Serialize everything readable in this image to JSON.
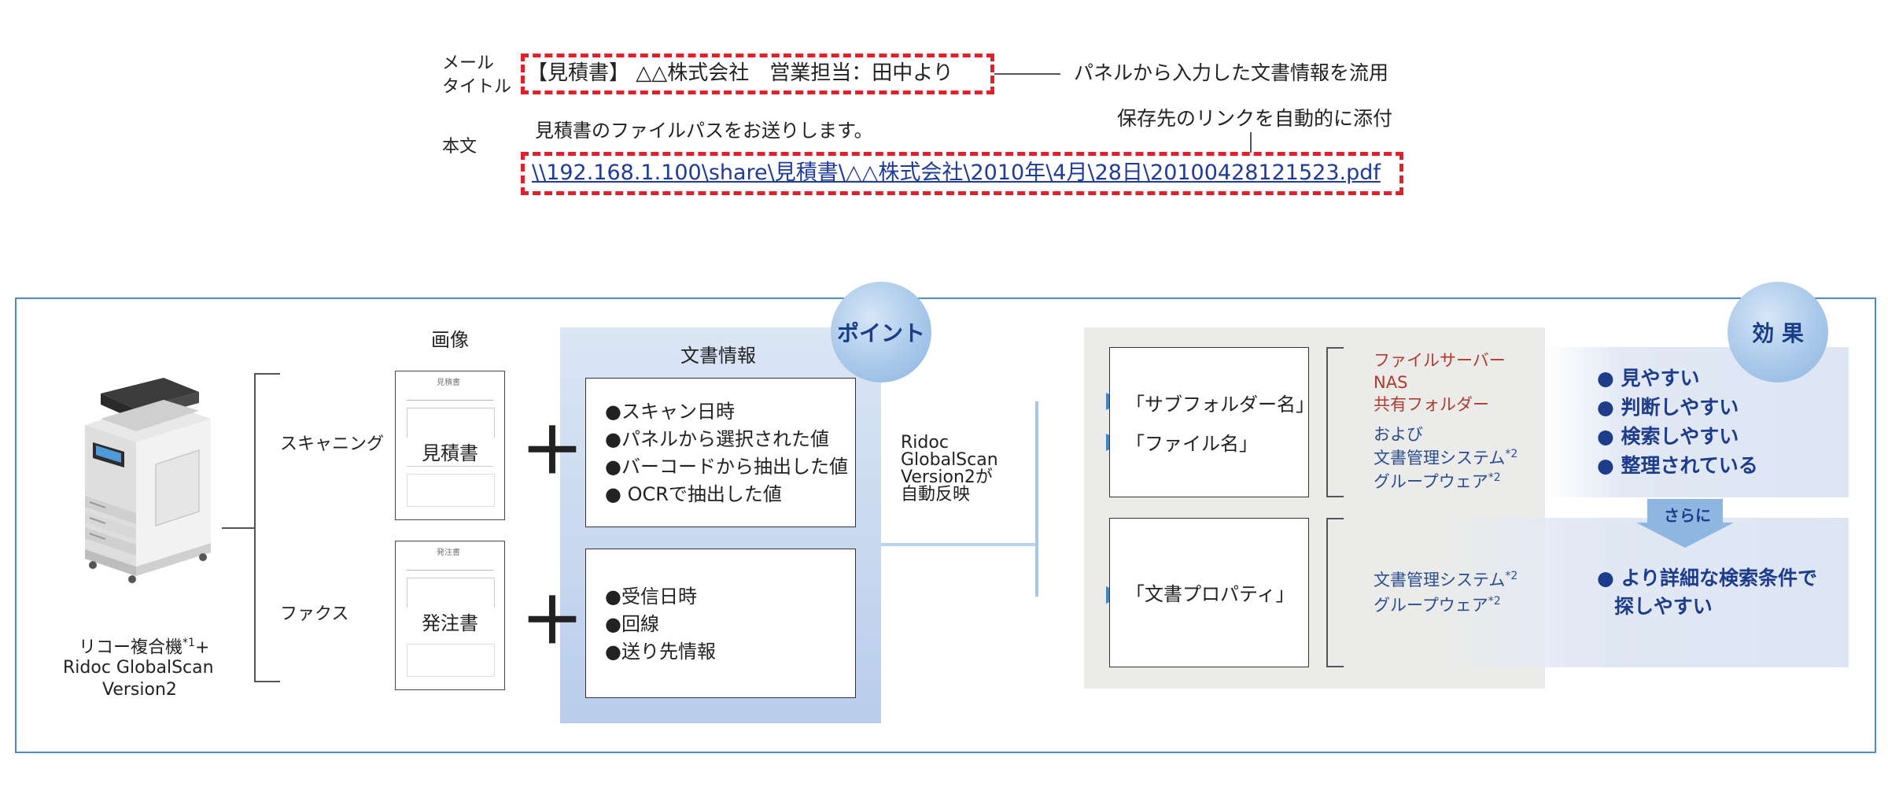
{
  "mail": {
    "title_label_1": "メール",
    "title_label_2": "タイトル",
    "title_value": "【見積書】 △△株式会社　営業担当：田中より",
    "title_note": "パネルから入力した文書情報を流用",
    "body_label": "本文",
    "body_line": "見積書のファイルパスをお送りします。",
    "link_note": "保存先のリンクを自動的に添付",
    "link_text": "\\\\192.168.1.100\\share\\見積書\\△△株式会社\\2010年\\4月\\28日\\20100428121523.pdf"
  },
  "device": {
    "caption_1": "リコー複合機",
    "caption_sup": "*1",
    "caption_plus": "+",
    "caption_2": "Ridoc GlobalScan",
    "caption_3": "Version2"
  },
  "inputs": {
    "image_header": "画像",
    "scanning_label": "スキャニング",
    "fax_label": "ファクス",
    "scan_doc_label": "見積書",
    "fax_doc_label": "発注書",
    "scan_doc_header": "見積書",
    "fax_doc_header": "発注書"
  },
  "docinfo": {
    "header": "文書情報",
    "point_badge": "ポイント",
    "scan_items": [
      "●スキャン日時",
      "●パネルから選択された値",
      "●バーコードから抽出した値",
      "● OCRで抽出した値"
    ],
    "fax_items": [
      "●受信日時",
      "●回線",
      "●送り先情報"
    ],
    "plus_symbol": "＋"
  },
  "flow": {
    "reflect_lines": [
      "Ridoc",
      "GlobalScan",
      "Version2が",
      "自動反映"
    ]
  },
  "outputs": {
    "subfolder": "「サブフォルダー名」",
    "filename": "「ファイル名」",
    "property": "「文書プロパティ」",
    "red_targets": [
      "ファイルサーバー",
      "NAS",
      "共有フォルダー"
    ],
    "and_label": "および",
    "blue_targets_1": [
      {
        "text": "文書管理システム",
        "sup": "*2"
      },
      {
        "text": "グループウェア",
        "sup": "*2"
      }
    ],
    "blue_targets_2": [
      {
        "text": "文書管理システム",
        "sup": "*2"
      },
      {
        "text": "グループウェア",
        "sup": "*2"
      }
    ]
  },
  "effect": {
    "badge": "効 果",
    "items": [
      "● 見やすい",
      "● 判断しやすい",
      "● 検索しやすい",
      "● 整理されている"
    ],
    "sarani": "さらに",
    "extra_1": "● より詳細な検索条件で",
    "extra_2": "探しやすい"
  },
  "colors": {
    "red_dash": "#e0202a",
    "frame_blue": "#4b8cc8",
    "arrow_blue": "#3f86cc",
    "heading_blue": "#1a3d8a",
    "target_red": "#b03a2e"
  }
}
